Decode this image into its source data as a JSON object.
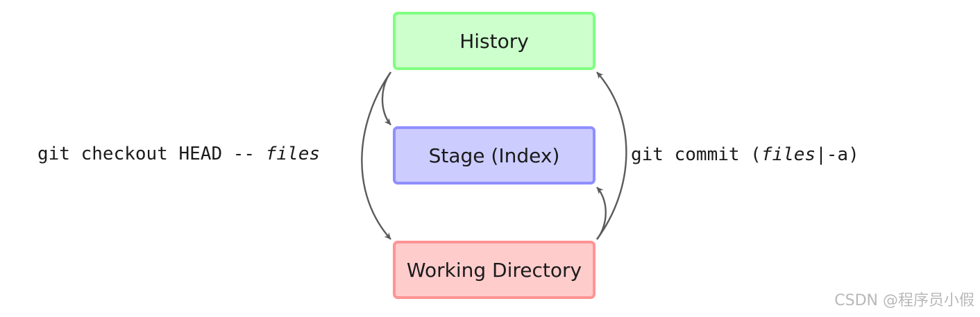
{
  "nodes": {
    "history": {
      "label": "History",
      "fill": "#ccffcc",
      "border": "#80ff80"
    },
    "stage": {
      "label": "Stage (Index)",
      "fill": "#ccccff",
      "border": "#8f8fff"
    },
    "working": {
      "label": "Working Directory",
      "fill": "#ffcccc",
      "border": "#ff9494"
    }
  },
  "edges": {
    "left_command": {
      "prefix": "git checkout HEAD -- ",
      "italic": "files",
      "suffix": ""
    },
    "right_command": {
      "prefix": "git commit (",
      "italic": "files",
      "suffix": "|-a)"
    },
    "arrow_color": "#5a5a5a"
  },
  "watermark": "CSDN @程序员小假"
}
